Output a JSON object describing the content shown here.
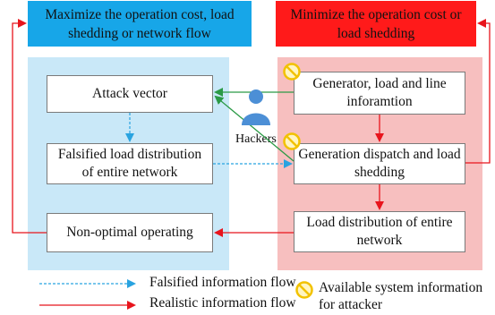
{
  "headers": {
    "attacker_goal": "Maximize the operation cost, load shedding or network flow",
    "operator_goal": "Minimize the operation cost or load shedding"
  },
  "attacker_side": {
    "attack_vector": "Attack vector",
    "falsified_load": "Falsified load distribution of entire network",
    "non_optimal": "Non-optimal operating"
  },
  "operator_side": {
    "generator_info": "Generator, load and line inforamtion",
    "dispatch": "Generation dispatch and load shedding",
    "load_distribution": "Load distribution of entire network"
  },
  "hackers_label": "Hackers",
  "legend": {
    "falsified_flow": "Falsified information flow",
    "realistic_flow": "Realistic information flow",
    "available_info": "Available system information for attacker"
  },
  "colors": {
    "attacker_header": "#17a6e8",
    "operator_header": "#ff1a1a",
    "attacker_panel": "#c9e8f8",
    "operator_panel": "#f7bfbf",
    "realistic_arrow": "#e8141c",
    "falsified_arrow": "#29a3e0",
    "hacker_arrow": "#2b9a46",
    "warning_icon": "#f2c200"
  }
}
